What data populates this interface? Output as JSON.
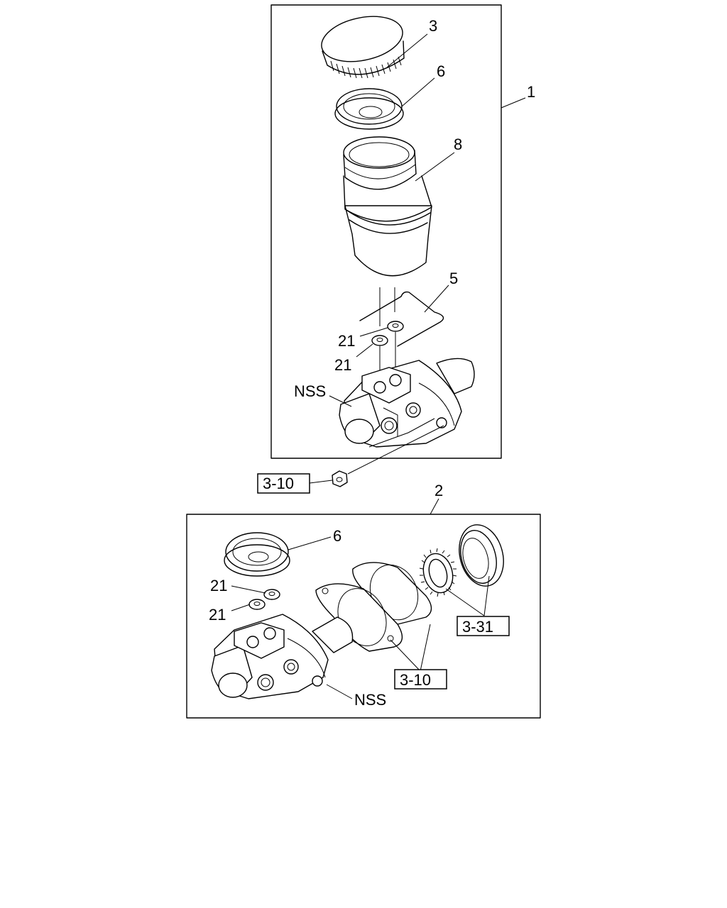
{
  "labels": {
    "assembly_1": "1",
    "assembly_2": "2",
    "cap": "3",
    "diaphragm_top": "6",
    "reservoir": "8",
    "pin": "5",
    "grommet_a": "21",
    "grommet_b": "21",
    "body_top": "NSS",
    "ref_nut": "3-10",
    "diaphragm_bottom": "6",
    "grommet_c": "21",
    "grommet_d": "21",
    "ref_seal": "3-31",
    "ref_gasket": "3-10",
    "body_bottom": "NSS"
  }
}
